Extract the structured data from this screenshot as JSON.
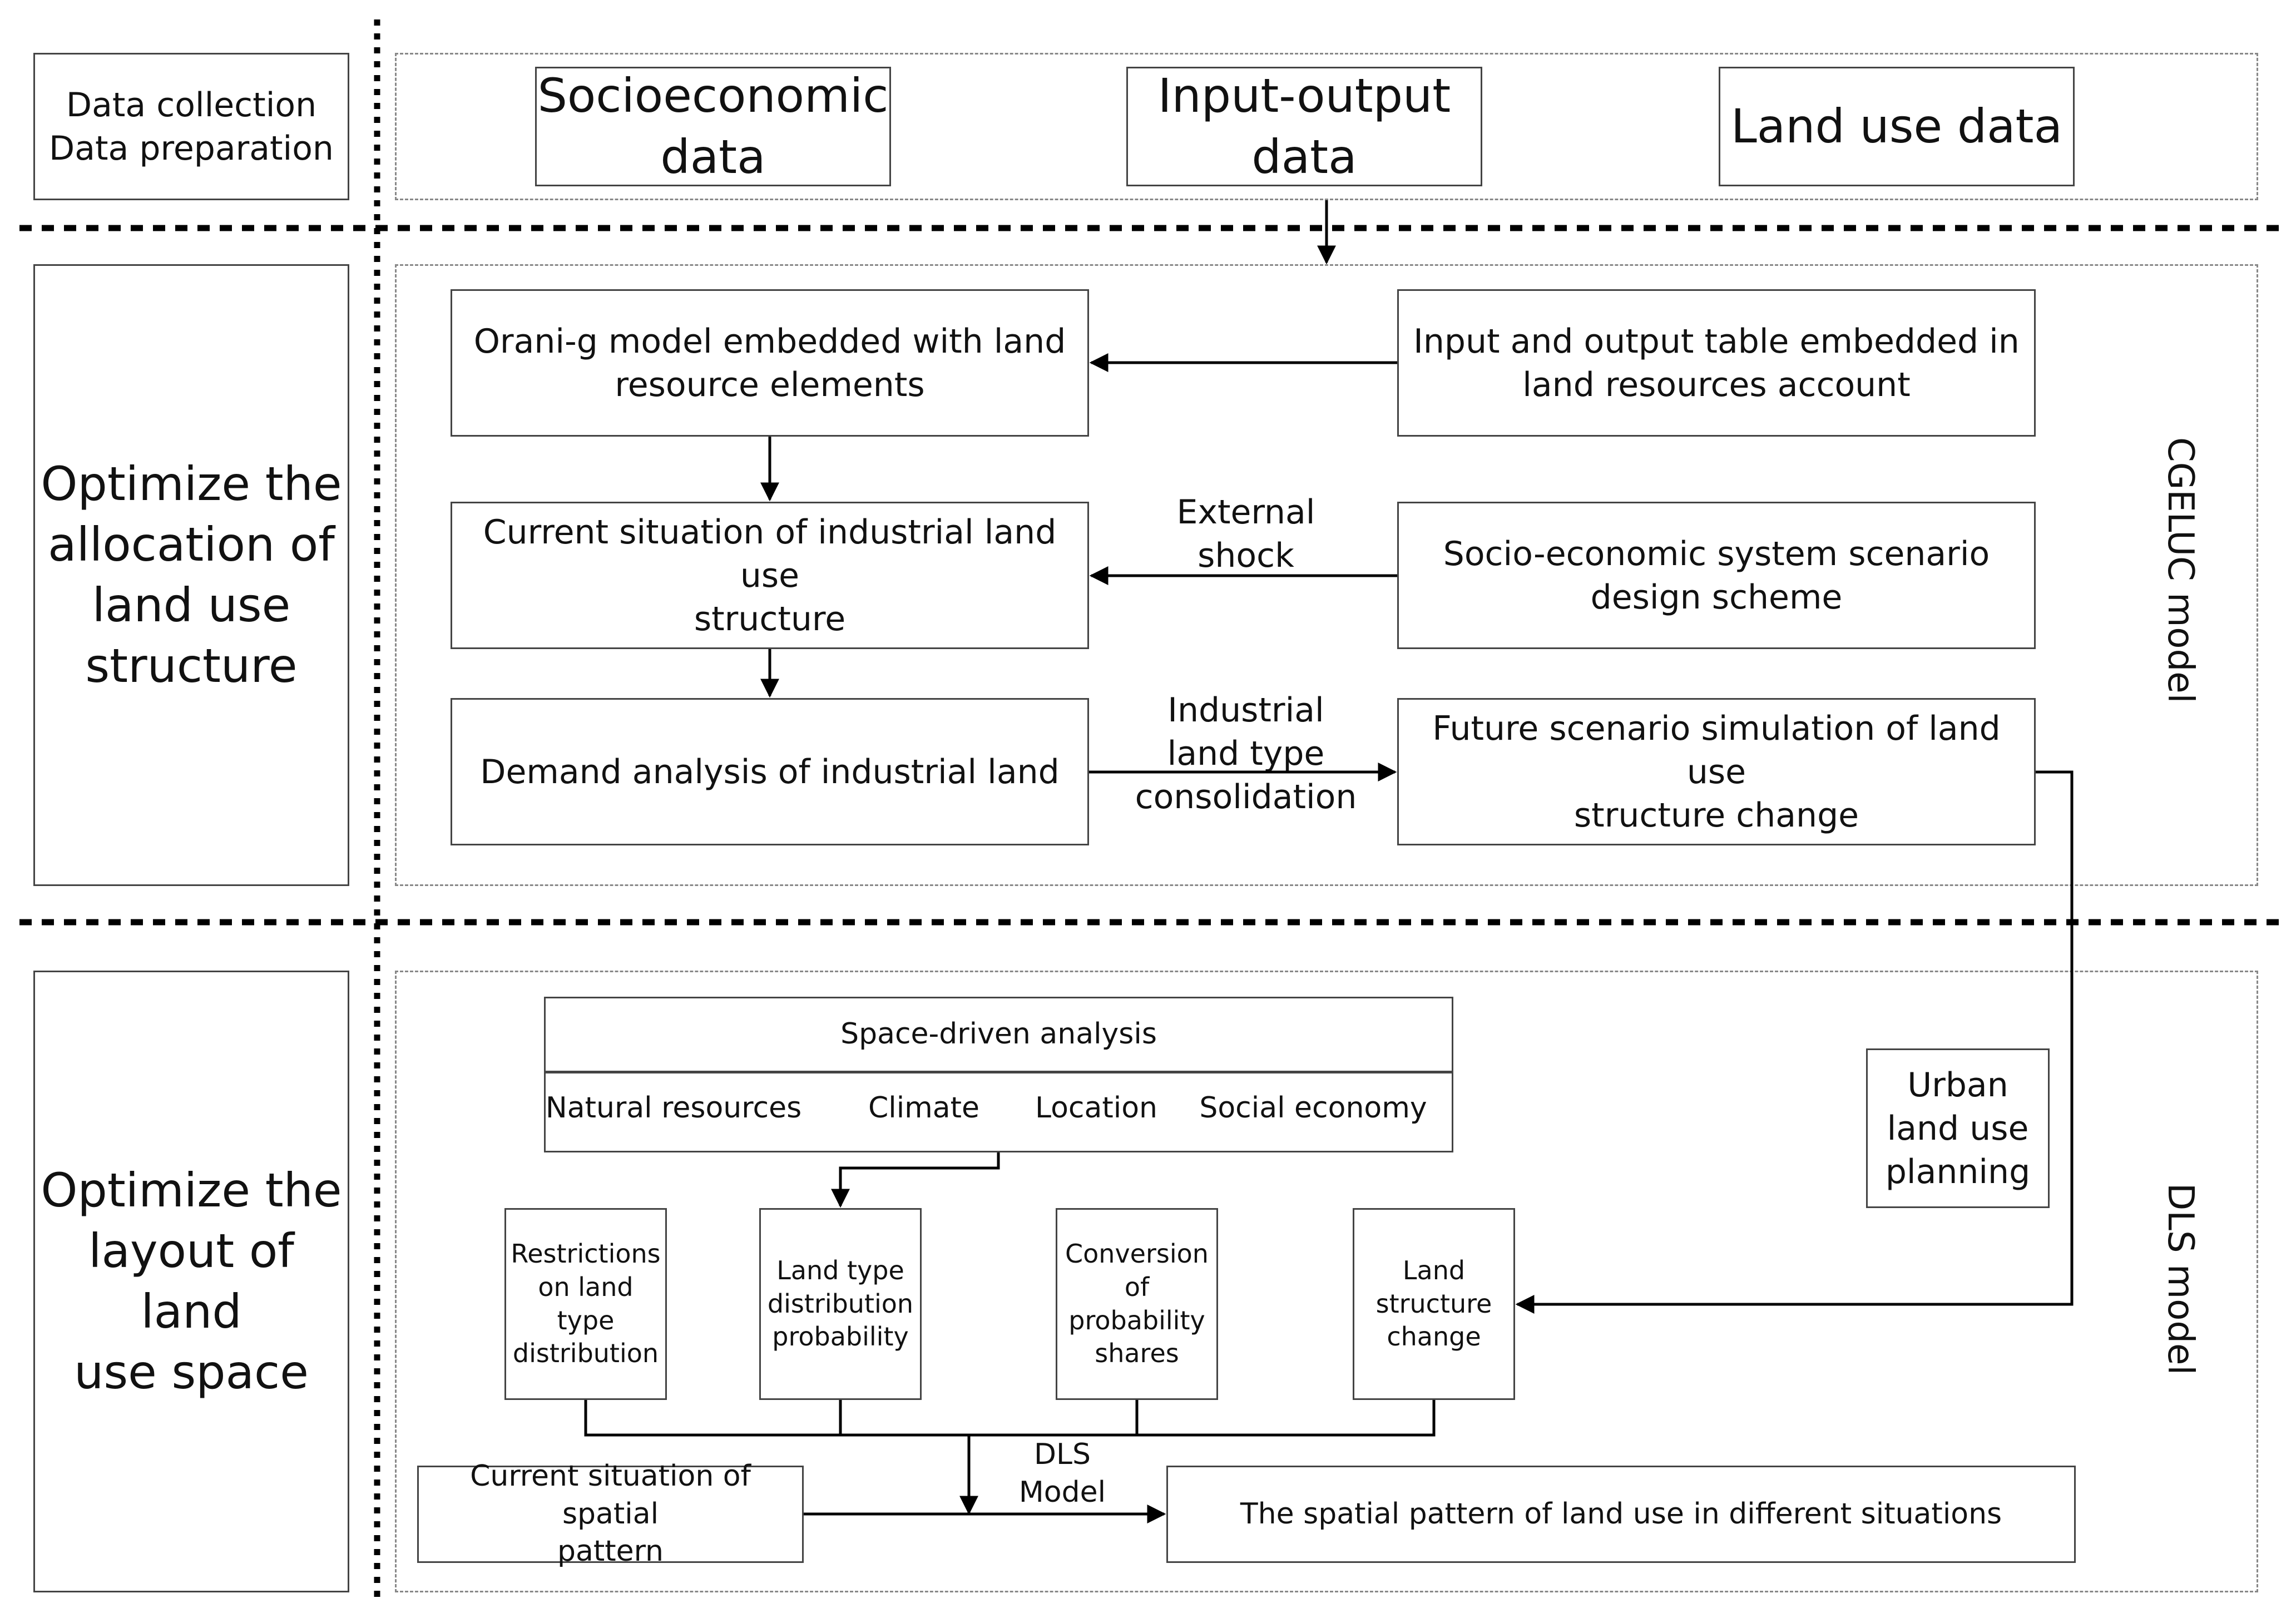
{
  "rows": {
    "row1_label": "Data collection\nData preparation",
    "row2_label": "Optimize the\nallocation of\nland use\nstructure",
    "row3_label": "Optimize the\nlayout of land\nuse space"
  },
  "data_sources": {
    "socioeconomic": "Socioeconomic\ndata",
    "input_output": "Input-output\ndata",
    "land_use": "Land use data"
  },
  "cgeluc": {
    "model_label": "CGELUC model",
    "orani": "Orani-g model embedded with land\nresource elements",
    "io_table": "Input and output table embedded in\nland resources account",
    "current_industrial": "Current situation of industrial land use\nstructure",
    "scenario_design": "Socio-economic system scenario\ndesign scheme",
    "external_shock": "External\nshock",
    "demand_analysis": "Demand analysis of industrial land",
    "consolidation": "Industrial\nland type\nconsolidation",
    "future_simulation": "Future scenario simulation of land use\nstructure change"
  },
  "dls": {
    "model_label": "DLS model",
    "space_driven_title": "Space-driven analysis",
    "factors": [
      "Natural resources",
      "Climate",
      "Location",
      "Social economy"
    ],
    "urban_planning": "Urban\nland use\nplanning",
    "restrictions": "Restrictions\non land\ntype\ndistribution",
    "distribution_probability": "Land type\ndistribution\nprobability",
    "conversion": "Conversion\nof\nprobability\nshares",
    "structure_change": "Land\nstructure\nchange",
    "dls_model_label": "DLS\nModel",
    "current_spatial": "Current situation of spatial\npattern",
    "spatial_pattern": "The spatial pattern of land use in different situations"
  }
}
